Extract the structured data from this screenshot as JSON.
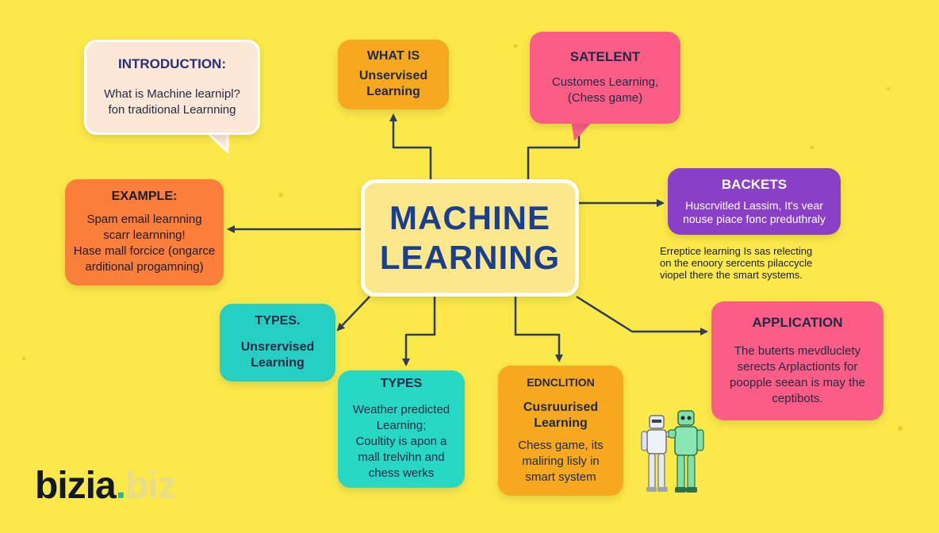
{
  "diagram": {
    "center": {
      "line1": "MACHINE",
      "line2": "LEARNING"
    },
    "nodes": {
      "intro": {
        "title": "INTRODUCTION:",
        "lines": [
          "What is Machine learnipl?",
          "fon traditional Learnning"
        ]
      },
      "what": {
        "title": "WHAT IS",
        "lines": [
          "Unservised",
          "Learning"
        ]
      },
      "satelent": {
        "title": "SATELENT",
        "lines": [
          "Customes Learning,",
          "(Chess game)"
        ]
      },
      "example": {
        "title": "EXAMPLE:",
        "lines": [
          "Spam email learnning",
          "scarr learnning!",
          "Hase mall forcice (ongarce",
          "arditional progamning)"
        ]
      },
      "backets": {
        "title": "BACKETS",
        "lines": [
          "Huscrvitled Lassim, It's vear",
          "nouse piace fonc preduthraly"
        ]
      },
      "types1": {
        "title": "TYPES.",
        "lines": [
          "Unsrervised",
          "Learning"
        ]
      },
      "types2": {
        "title": "TYPES",
        "lines": [
          "Weather predicted",
          "Learning;",
          "Coultity is apon a",
          "mall trelvihn and",
          "chess werks"
        ]
      },
      "edn": {
        "title": "EDNCLITION",
        "sub": [
          "Cusruurised",
          "Learning"
        ],
        "lines": [
          "Chess game, its",
          "maliring lisly in",
          "smart system"
        ]
      },
      "application": {
        "title": "APPLICATION",
        "lines": [
          "The buterts mevdluclety",
          "serects Arplactionts for",
          "poopple seean is may the",
          "ceptibots."
        ]
      }
    },
    "annotation": [
      "Erreptice learning Is sas relecting",
      "on the enoory sercents pilaccycle",
      "viopel there the smart systems."
    ]
  },
  "logo": {
    "part1": "bizia",
    "dot": ".",
    "part2": "biz"
  },
  "colors": {
    "background": "#fbe94a",
    "center_fill": "#fce88a",
    "center_text": "#1b3f8f",
    "orange": "#f7a81e",
    "pink": "#fb5d86",
    "purple": "#8a3fc7",
    "teal": "#25d0c2",
    "coral": "#fb7e3a",
    "cream": "#fde7d6",
    "connector": "#2f3a5c"
  }
}
